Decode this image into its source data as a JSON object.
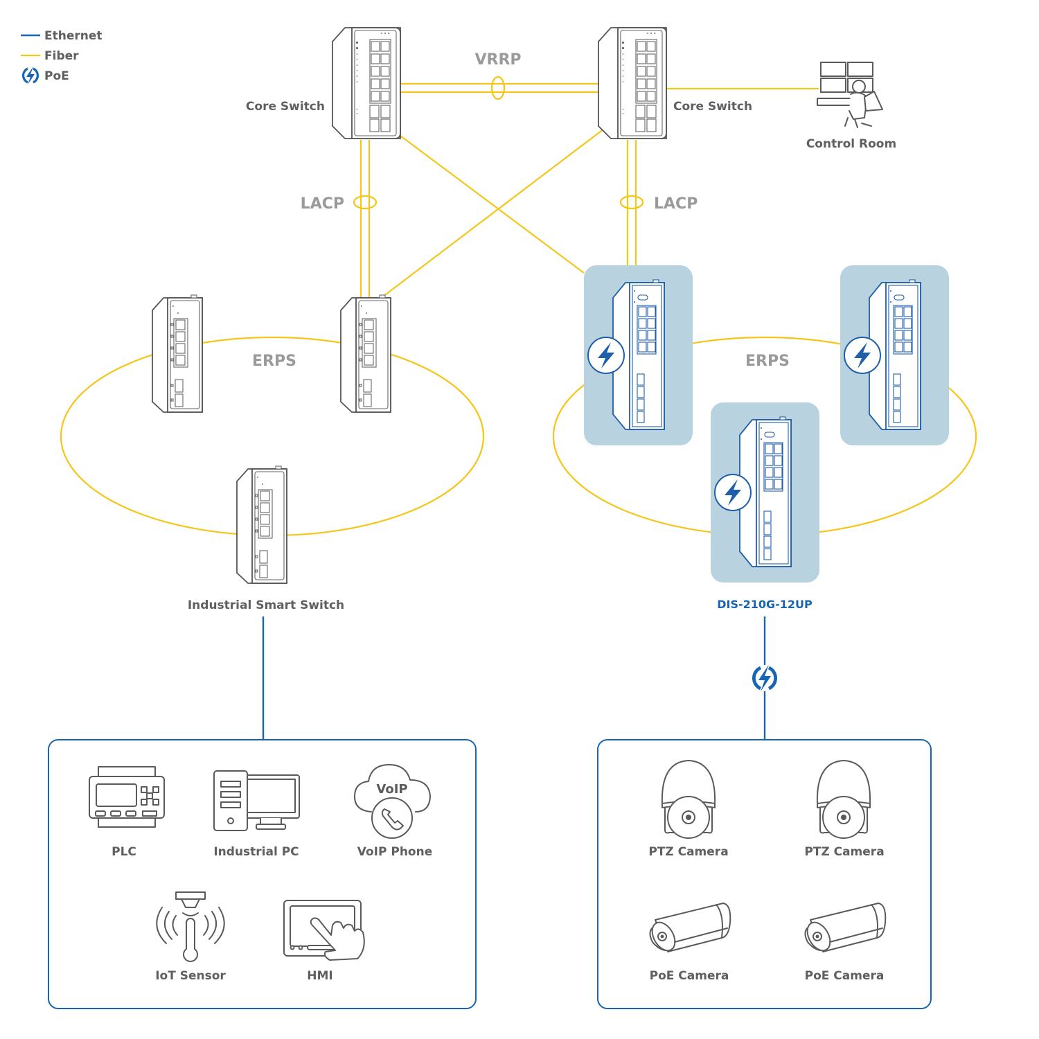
{
  "legend": {
    "ethernet": "Ethernet",
    "fiber": "Fiber",
    "poe": "PoE"
  },
  "colors": {
    "ethernet": "#1565b4",
    "fiber": "#f5c518",
    "poe_highlight": "#b8d3df",
    "label_gray": "#5f5f5f",
    "protocol_gray": "#9a9a9a"
  },
  "protocols": {
    "vrrp": "VRRP",
    "lacp_left": "LACP",
    "lacp_right": "LACP",
    "erps_left": "ERPS",
    "erps_right": "ERPS"
  },
  "nodes": {
    "core_switch_left": "Core Switch",
    "core_switch_right": "Core Switch",
    "control_room": "Control Room",
    "industrial_smart_switch": "Industrial Smart Switch",
    "dis_model": "DIS-210G-12UP"
  },
  "left_group": {
    "devices": [
      {
        "label": "PLC",
        "icon": "plc-icon"
      },
      {
        "label": "Industrial PC",
        "icon": "industrial-pc-icon"
      },
      {
        "label": "VoIP Phone",
        "icon": "voip-phone-icon",
        "badge": "VoIP"
      },
      {
        "label": "IoT Sensor",
        "icon": "iot-sensor-icon"
      },
      {
        "label": "HMI",
        "icon": "hmi-icon"
      }
    ]
  },
  "right_group": {
    "devices": [
      {
        "label": "PTZ Camera",
        "icon": "ptz-camera-icon"
      },
      {
        "label": "PTZ Camera",
        "icon": "ptz-camera-icon"
      },
      {
        "label": "PoE Camera",
        "icon": "bullet-camera-icon"
      },
      {
        "label": "PoE Camera",
        "icon": "bullet-camera-icon"
      }
    ]
  }
}
